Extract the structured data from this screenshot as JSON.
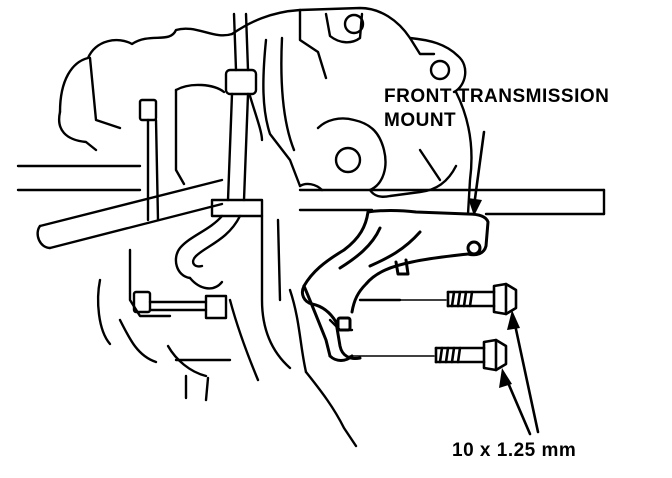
{
  "labels": {
    "mount_line1": "FRONT TRANSMISSION",
    "mount_line2": "MOUNT",
    "bolt_spec": "10 x 1.25 mm"
  },
  "colors": {
    "ink": "#000000",
    "paper": "#ffffff"
  }
}
